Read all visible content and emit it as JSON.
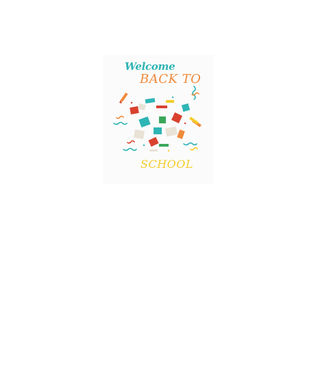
{
  "poster": {
    "welcome_text": "Welcome",
    "back_to_text": "BACK TO",
    "school_text": "SCHOOL"
  },
  "colors": {
    "teal": "#2fb5b5",
    "orange": "#f08a3c",
    "yellow": "#f5cc2a",
    "red": "#d9412e",
    "green": "#3aa65a",
    "background": "#fbfbfb"
  },
  "icons": [
    "book-icon",
    "pencil-icon",
    "confetti-swirl-icon",
    "star-icon"
  ]
}
